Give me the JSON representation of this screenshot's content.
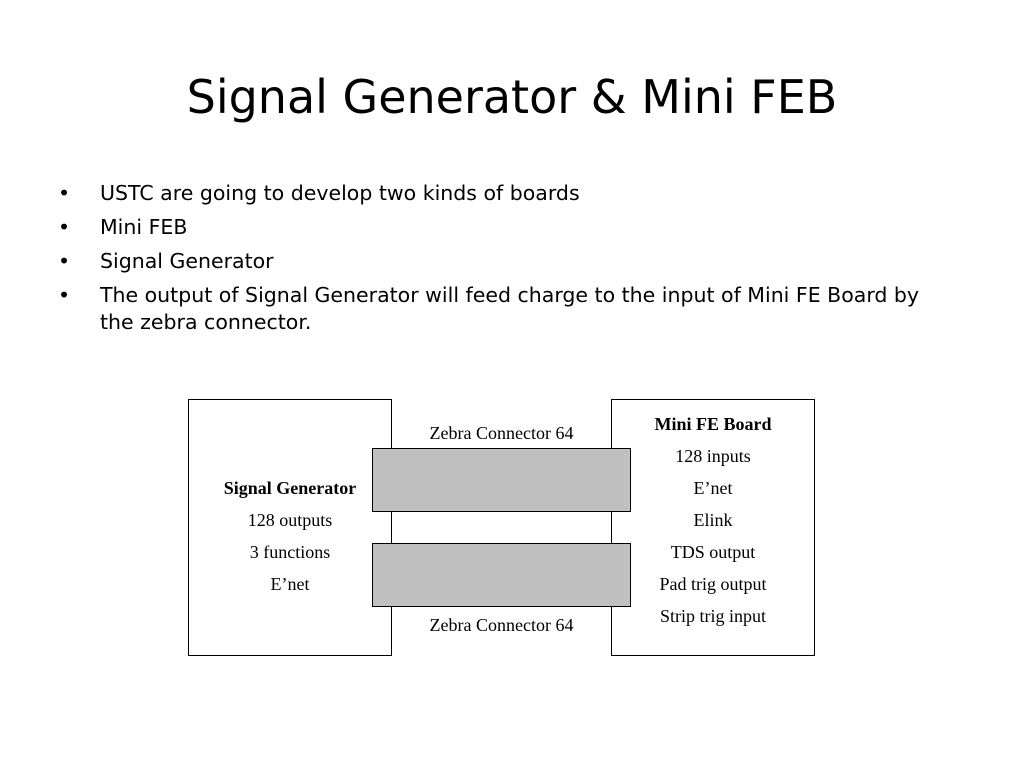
{
  "title": "Signal Generator & Mini FEB",
  "bullets": [
    "USTC are going to develop two kinds of boards",
    "Mini FEB",
    "Signal Generator",
    "The output of Signal Generator will feed charge to the input of Mini FE Board by the zebra connector."
  ],
  "bullet_symbol": "•",
  "diagram": {
    "signal_generator": {
      "name": "Signal Generator",
      "lines": [
        "128 outputs",
        "3 functions",
        "E’net"
      ]
    },
    "connector_top_label": "Zebra Connector 64",
    "connector_bottom_label": "Zebra Connector 64",
    "mini_fe_board": {
      "name": "Mini FE Board",
      "lines": [
        "128 inputs",
        "E’net",
        "Elink",
        "TDS output",
        "Pad trig output",
        "Strip trig input"
      ]
    },
    "connector_fill": "#c0c0c0"
  }
}
